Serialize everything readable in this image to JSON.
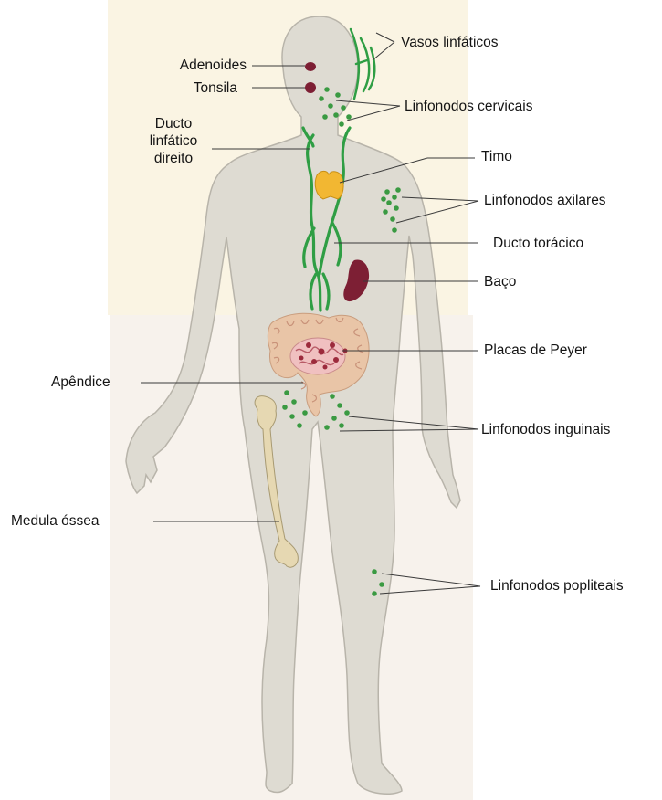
{
  "labels": {
    "vasos_linfaticos": "Vasos linfáticos",
    "adenoides": "Adenoides",
    "tonsila": "Tonsila",
    "linfonodos_cervicais": "Linfonodos cervicais",
    "ducto_linfatico_direito": [
      "Ducto",
      "linfático",
      "direito"
    ],
    "timo": "Timo",
    "linfonodos_axilares": "Linfonodos axilares",
    "ducto_toracico": "Ducto torácico",
    "baco": "Baço",
    "placas_de_peyer": "Placas de Peyer",
    "apendice": "Apêndice",
    "linfonodos_inguinais": "Linfonodos inguinais",
    "medula_ossea": "Medula óssea",
    "linfonodos_popliteais": "Linfonodos popliteais"
  },
  "colors": {
    "body_fill": "#dedbd2",
    "body_outline": "#b8b4aa",
    "background_panel": "#faf4e3",
    "lymph_green": "#2f9e44",
    "node_green": "#3a9a42",
    "spleen": "#7d1f34",
    "thymus": "#f2b732",
    "bone": "#e6d8b2",
    "intestine": "#e9c5a7",
    "peyer": "#9c2a3c",
    "leader_line": "#3a3a3a",
    "text": "#141414"
  }
}
